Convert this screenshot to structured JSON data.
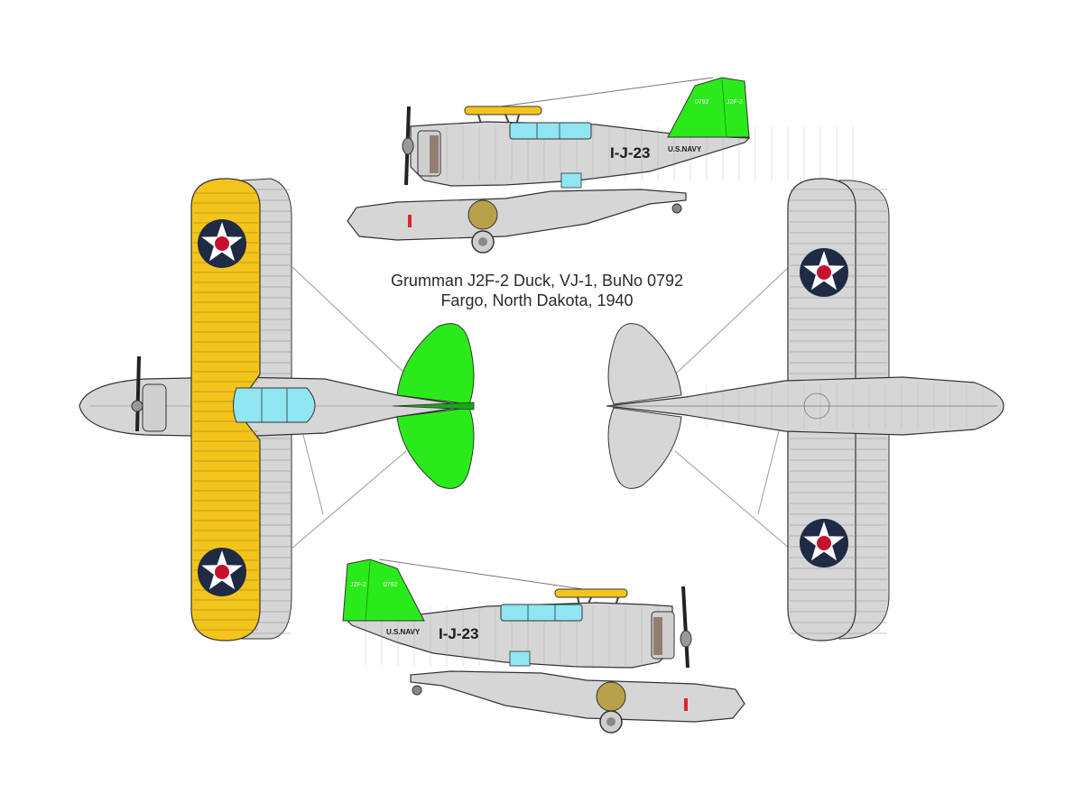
{
  "caption": {
    "line1": "Grumman J2F-2 Duck, VJ-1, BuNo 0792",
    "line2": "Fargo, North Dakota, 1940"
  },
  "markings": {
    "code": "I-J-23",
    "service": "U.S.NAVY",
    "fin_buno": "0792",
    "fin_type": "J2F-2"
  },
  "colors": {
    "fuselage_gray": "#d6d6d6",
    "wing_top_yellow": "#f3c41c",
    "tail_green": "#2bea1b",
    "canopy_cyan": "#8fe6f2",
    "insignia_blue": "#1f2a44",
    "insignia_red": "#c8102e",
    "float_olive": "#b9a14a"
  }
}
